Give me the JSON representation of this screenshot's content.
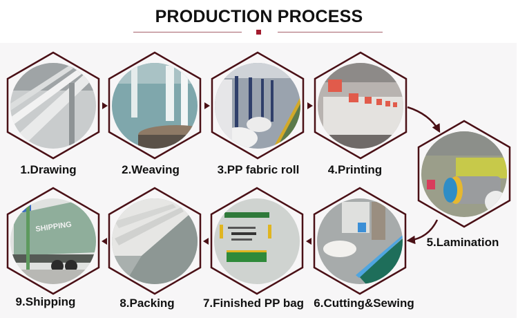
{
  "header": {
    "title": "PRODUCTION PROCESS"
  },
  "colors": {
    "hex_outline": "#4a1016",
    "arrow": "#4a1016",
    "divider_line": "#a5606a",
    "divider_square": "#a31c2e",
    "panel_background": "#f7f6f7"
  },
  "steps": [
    {
      "number": 1,
      "label": "1.Drawing",
      "image": "yarn-drawing-machine-photo",
      "tint": "#c9cccd"
    },
    {
      "number": 2,
      "label": "2.Weaving",
      "image": "circular-loom-photo",
      "tint": "#7fa7ac"
    },
    {
      "number": 3,
      "label": "3.PP fabric roll",
      "image": "fabric-roll-factory-photo",
      "tint": "#9aa3ae"
    },
    {
      "number": 4,
      "label": "4.Printing",
      "image": "printing-press-line-photo",
      "tint": "#b8b3b0"
    },
    {
      "number": 5,
      "label": "5.Lamination",
      "image": "lamination-machine-photo",
      "tint": "#9b9e8a"
    },
    {
      "number": 6,
      "label": "6.Cutting&Sewing",
      "image": "cutting-sewing-machine-photo",
      "tint": "#a7abab"
    },
    {
      "number": 7,
      "label": "7.Finished PP bag",
      "image": "finished-pp-bag-photo",
      "tint": "#cfd3d0"
    },
    {
      "number": 8,
      "label": "8.Packing",
      "image": "packed-bales-photo",
      "tint": "#a9b0ae"
    },
    {
      "number": 9,
      "label": "9.Shipping",
      "image": "shipping-container-truck-photo",
      "tint": "#8fae9b"
    }
  ]
}
